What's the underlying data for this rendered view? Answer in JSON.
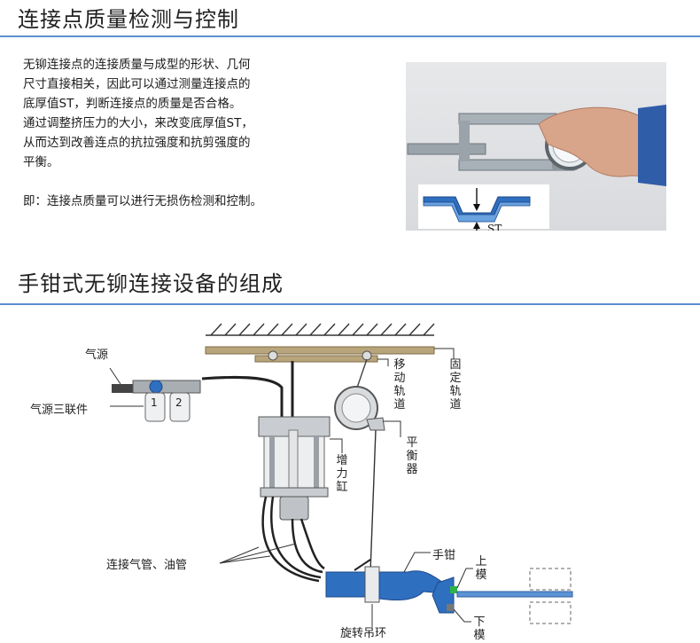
{
  "section1": {
    "title": "连接点质量检测与控制",
    "lines": [
      "无铆连接点的连接质量与成型的形状、几何",
      "尺寸直接相关，因此可以通过测量连接点的",
      "底厚值ST，判断连接点的质量是否合格。",
      "通过调整挤压力的大小，来改变底厚值ST，",
      "从而达到改善连点的抗拉强度和抗剪强度的",
      "平衡。",
      "",
      "即：连接点质量可以进行无损伤检测和控制。"
    ],
    "figure_label": "ST"
  },
  "section2": {
    "title": "手钳式无铆连接设备的组成",
    "labels": {
      "air_source": "气源",
      "triplex": "气源三联件",
      "unit_1": "1",
      "unit_2": "2",
      "moving_track": "移动轨道",
      "fixed_track": "固定轨道",
      "balancer": "平衡器",
      "booster": "增力缸",
      "pipes": "连接气管、油管",
      "pliers": "手钳",
      "upper_die": "上模",
      "lower_die": "下模",
      "swivel_ring": "旋转吊环"
    }
  },
  "colors": {
    "accent": "#5b8fcf",
    "track": "#b9a57c",
    "hose": "#3a3a3a",
    "tool_blue": "#2f6fc0"
  }
}
